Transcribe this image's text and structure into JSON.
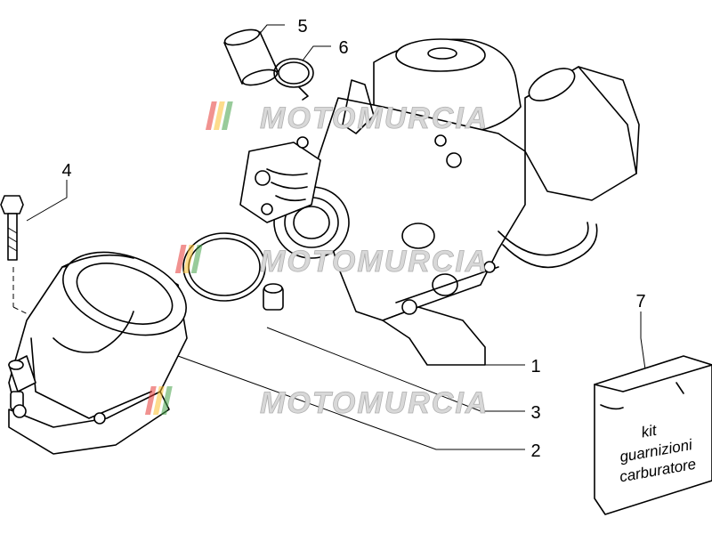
{
  "callouts": [
    {
      "id": "1",
      "label": "1"
    },
    {
      "id": "2",
      "label": "2"
    },
    {
      "id": "3",
      "label": "3"
    },
    {
      "id": "4",
      "label": "4"
    },
    {
      "id": "5",
      "label": "5"
    },
    {
      "id": "6",
      "label": "6"
    },
    {
      "id": "7",
      "label": "7"
    }
  ],
  "watermark": "MOTOMURCIA",
  "watermark_colors": [
    "#e53935",
    "#fbc02d",
    "#43a047"
  ],
  "kit_label": {
    "line1": "kit",
    "line2": "guarnizioni",
    "line3": "carburatore"
  }
}
